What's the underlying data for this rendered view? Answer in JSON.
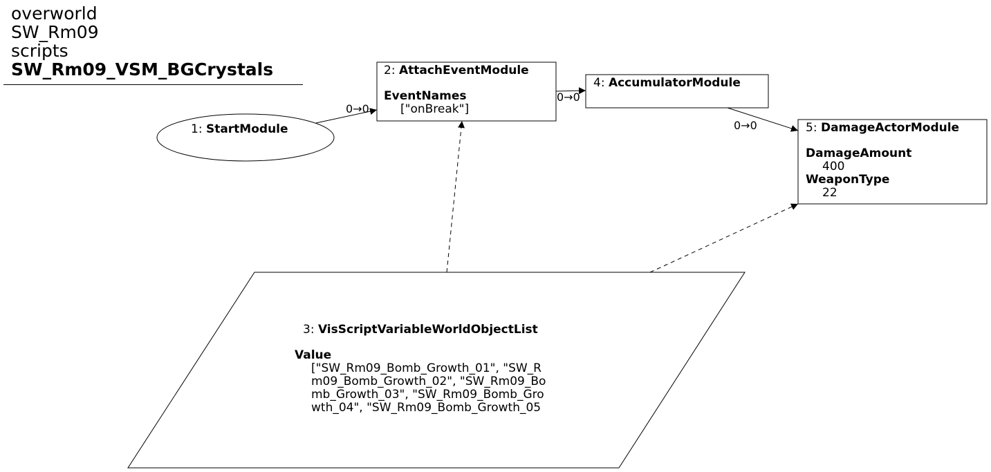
{
  "header": {
    "line1": "overworld",
    "line2": "SW_Rm09",
    "line3": "scripts",
    "title": "SW_Rm09_VSM_BGCrystals"
  },
  "nodes": {
    "n1": {
      "id": "1:",
      "name": "StartModule"
    },
    "n2": {
      "id": "2:",
      "name": "AttachEventModule",
      "prop1": "EventNames",
      "val1": "[\"onBreak\"]"
    },
    "n3": {
      "id": "3:",
      "name": "VisScriptVariableWorldObjectList",
      "prop1": "Value",
      "val_lines": [
        "[\"SW_Rm09_Bomb_Growth_01\", \"SW_R",
        "m09_Bomb_Growth_02\", \"SW_Rm09_Bo",
        "mb_Growth_03\", \"SW_Rm09_Bomb_Gro",
        "wth_04\", \"SW_Rm09_Bomb_Growth_05"
      ]
    },
    "n4": {
      "id": "4:",
      "name": "AccumulatorModule"
    },
    "n5": {
      "id": "5:",
      "name": "DamageActorModule",
      "prop1": "DamageAmount",
      "val1": "400",
      "prop2": "WeaponType",
      "val2": "22"
    }
  },
  "edges": {
    "e12": "0→0",
    "e24": "0→0",
    "e45": "0→0"
  }
}
